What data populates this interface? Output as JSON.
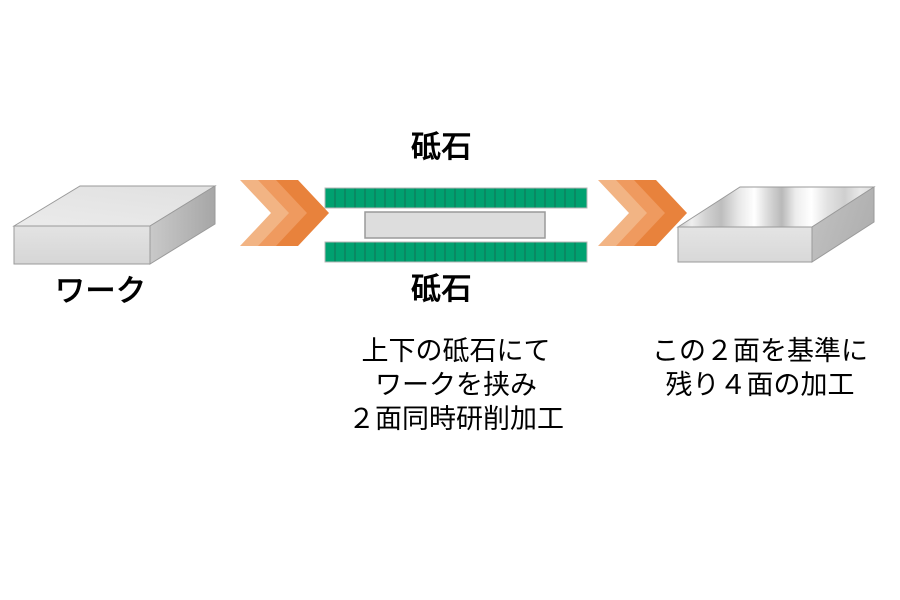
{
  "diagram": {
    "title_hidden": "",
    "colors": {
      "wheel_green": "#00a170",
      "wheel_green_dark": "#00926a",
      "wheel_segment_line": "#0f7f5e",
      "arrow_orange_dark": "#e8823c",
      "arrow_orange_mid": "#ef9a5f",
      "arrow_orange_light": "#f2b484",
      "block_top": "#e6e6e6",
      "block_front": "#dcdcdc",
      "block_side": "#b4b4b4",
      "block_outline": "#9a9a9a",
      "workpiece_fill": "#dddddd",
      "workpiece_border": "#9a9a9a",
      "polished_highlight": "#ffffff"
    },
    "stages": [
      {
        "id": "input-workpiece",
        "label": "ワーク",
        "caption_lines": []
      },
      {
        "id": "grinding-process",
        "label_top": "砥石",
        "label_bottom": "砥石",
        "caption_lines": [
          "上下の砥石にて",
          "ワークを挟み",
          "２面同時研削加工"
        ]
      },
      {
        "id": "output-workpiece",
        "label": "",
        "caption_lines": [
          "この２面を基準に",
          "残り４面の加工"
        ]
      }
    ],
    "arrows": [
      {
        "id": "arrow-left",
        "name": "chevron-arrow-right-icon"
      },
      {
        "id": "arrow-right",
        "name": "chevron-arrow-right-icon"
      }
    ],
    "grinding_wheel": {
      "segment_count": 26,
      "upper_name": "upper-grinding-wheel",
      "lower_name": "lower-grinding-wheel"
    }
  }
}
